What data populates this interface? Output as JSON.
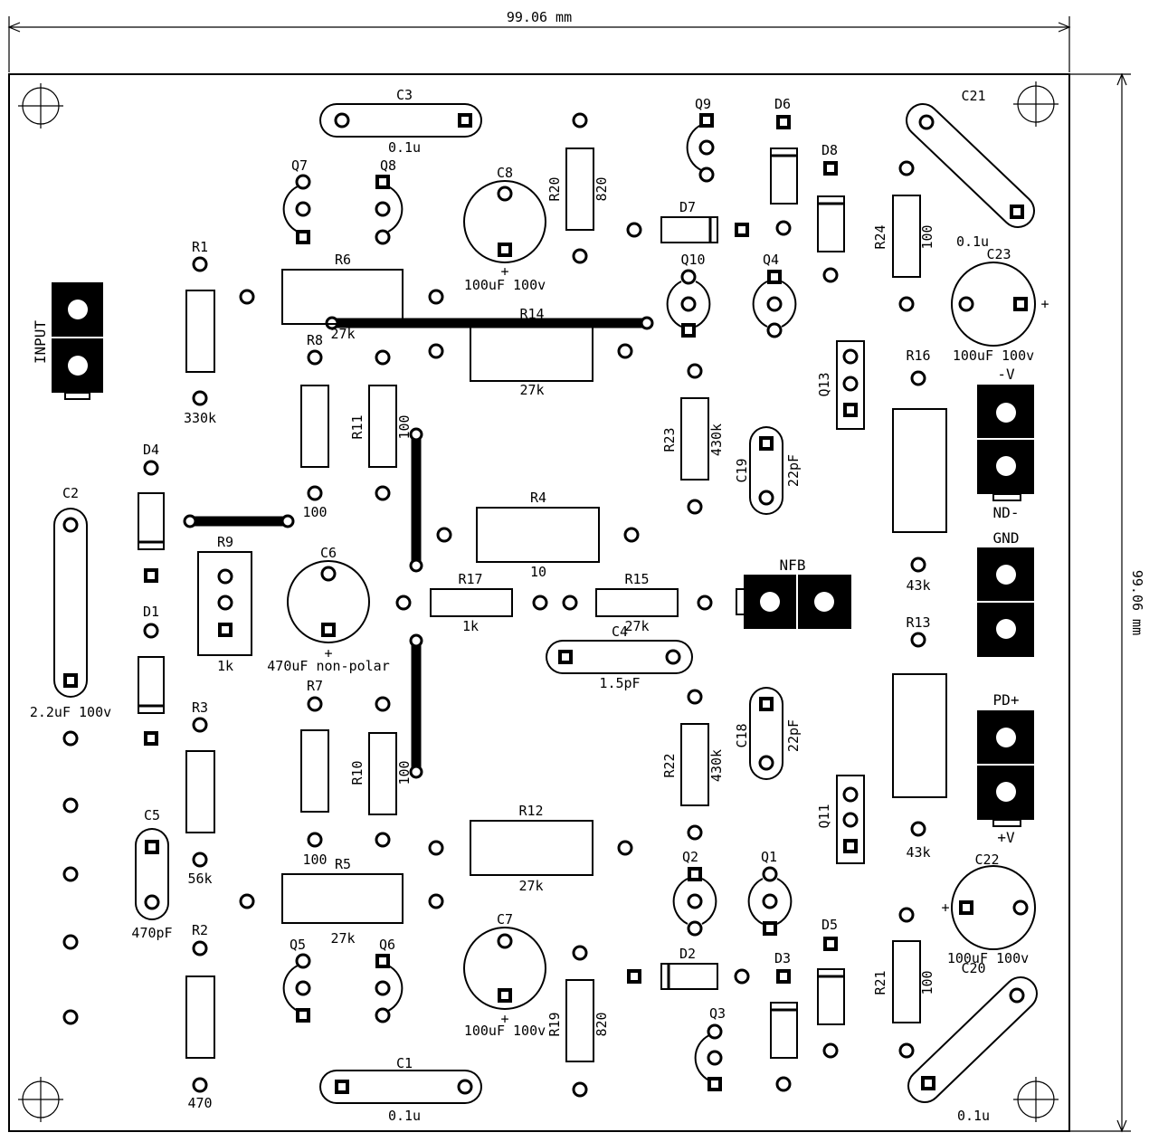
{
  "dimensions": {
    "width_label": "99.06 mm",
    "height_label": "99.06 mm"
  },
  "connectors": {
    "input": "INPUT",
    "nfb": "NFB",
    "neg_v": "-V",
    "nd_minus": "ND-",
    "gnd": "GND",
    "pd_plus": "PD+",
    "pos_v": "+V"
  },
  "caps": {
    "c1": {
      "ref": "C1",
      "value": "0.1u"
    },
    "c2": {
      "ref": "C2",
      "value": "2.2uF  100v"
    },
    "c3": {
      "ref": "C3",
      "value": "0.1u"
    },
    "c4": {
      "ref": "C4",
      "value": "1.5pF"
    },
    "c5": {
      "ref": "C5",
      "value": "470pF"
    },
    "c6": {
      "ref": "C6",
      "value": "470uF  non-polar"
    },
    "c7": {
      "ref": "C7",
      "value": "100uF  100v"
    },
    "c8": {
      "ref": "C8",
      "value": "100uF  100v"
    },
    "c18": {
      "ref": "C18",
      "value": "22pF"
    },
    "c19": {
      "ref": "C19",
      "value": "22pF"
    },
    "c20": {
      "ref": "C20",
      "value": "0.1u"
    },
    "c21": {
      "ref": "C21",
      "value": "0.1u"
    },
    "c22": {
      "ref": "C22",
      "value": "100uF  100v"
    },
    "c23": {
      "ref": "C23",
      "value": "100uF  100v"
    }
  },
  "resistors": {
    "r1": {
      "ref": "R1",
      "value": "330k"
    },
    "r2": {
      "ref": "R2",
      "value": "470"
    },
    "r3": {
      "ref": "R3",
      "value": "56k"
    },
    "r4": {
      "ref": "R4",
      "value": "10"
    },
    "r5": {
      "ref": "R5",
      "value": "27k"
    },
    "r6": {
      "ref": "R6",
      "value": "27k"
    },
    "r7": {
      "ref": "R7",
      "value": "100"
    },
    "r8": {
      "ref": "R8",
      "value": "100"
    },
    "r9": {
      "ref": "R9",
      "value": "1k"
    },
    "r10": {
      "ref": "R10",
      "value": "100"
    },
    "r11": {
      "ref": "R11",
      "value": "100"
    },
    "r12": {
      "ref": "R12",
      "value": "27k"
    },
    "r13": {
      "ref": "R13",
      "value": "43k"
    },
    "r14": {
      "ref": "R14",
      "value": "27k"
    },
    "r15": {
      "ref": "R15",
      "value": "27k"
    },
    "r16": {
      "ref": "R16",
      "value": "43k"
    },
    "r17": {
      "ref": "R17",
      "value": "1k"
    },
    "r19": {
      "ref": "R19",
      "value": "820"
    },
    "r20": {
      "ref": "R20",
      "value": "820"
    },
    "r21": {
      "ref": "R21",
      "value": "100"
    },
    "r22": {
      "ref": "R22",
      "value": "430k"
    },
    "r23": {
      "ref": "R23",
      "value": "430k"
    },
    "r24": {
      "ref": "R24",
      "value": "100"
    }
  },
  "transistors": [
    "Q1",
    "Q2",
    "Q3",
    "Q4",
    "Q5",
    "Q6",
    "Q7",
    "Q8",
    "Q9",
    "Q10",
    "Q11",
    "Q13"
  ],
  "diodes": [
    "D1",
    "D2",
    "D3",
    "D4",
    "D5",
    "D6",
    "D7",
    "D8"
  ],
  "plus_sign": "+",
  "colors": {
    "ink": "#000000",
    "board": "#ffffff"
  }
}
